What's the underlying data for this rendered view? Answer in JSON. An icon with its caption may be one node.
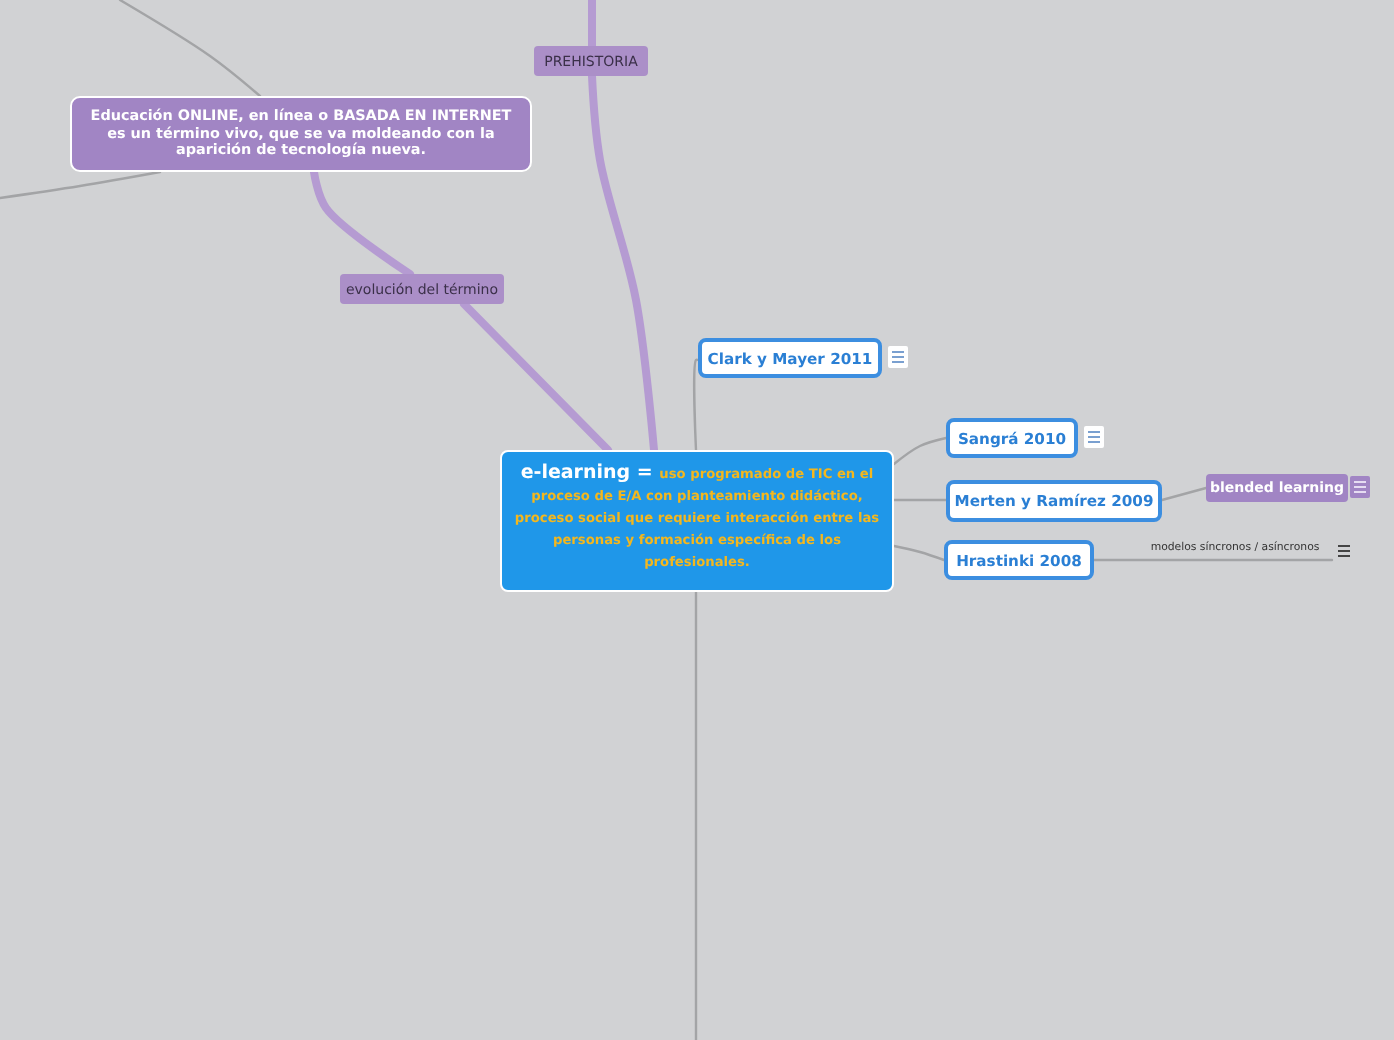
{
  "diagram": {
    "nodes": [
      {
        "text": [
          "e-learning =",
          "uso programado de TIC en el proceso de E/A con planteamiento didáctico, proceso social que requiere interacción entre las personas y formación específica de los profesionales."
        ]
      },
      {
        "text": [
          "PREHISTORIA"
        ]
      },
      {
        "text": [
          "evolución del término"
        ]
      },
      {
        "text": [
          "Educación ONLINE, en línea o BASADA EN INTERNET es un término vivo, que se va moldeando con la aparición de tecnología nueva."
        ]
      },
      {
        "text": [
          "Clark y Mayer 2011"
        ]
      },
      {
        "text": [
          "Sangrá 2010"
        ]
      },
      {
        "text": [
          "Merten y Ramírez 2009"
        ]
      },
      {
        "text": [
          "Hrastinki 2008"
        ]
      },
      {
        "text": [
          "blended learning"
        ]
      },
      {
        "text": [
          "modelos síncronos / asíncronos"
        ]
      }
    ],
    "edges": [
      {
        "from": 0,
        "to": 1,
        "arrow": "none",
        "style": "thick",
        "color": "#b59bd2"
      },
      {
        "from": 1,
        "to": null,
        "arrow": "none",
        "style": "thick",
        "color": "#b59bd2"
      },
      {
        "from": 0,
        "to": 2,
        "arrow": "none",
        "style": "thick",
        "color": "#b59bd2"
      },
      {
        "from": 2,
        "to": 3,
        "arrow": "none",
        "style": "thick",
        "color": "#b59bd2"
      },
      {
        "from": 3,
        "to": null,
        "arrow": "none"
      },
      {
        "from": 3,
        "to": null,
        "arrow": "none"
      },
      {
        "from": 0,
        "to": 4,
        "arrow": "none"
      },
      {
        "from": 0,
        "to": null,
        "arrow": "none"
      },
      {
        "from": 0,
        "to": 5,
        "arrow": "none"
      },
      {
        "from": 0,
        "to": 6,
        "arrow": "none"
      },
      {
        "from": 0,
        "to": 7,
        "arrow": "none"
      },
      {
        "from": 6,
        "to": 8,
        "arrow": "none"
      },
      {
        "from": 7,
        "to": 9,
        "arrow": "none"
      }
    ]
  }
}
